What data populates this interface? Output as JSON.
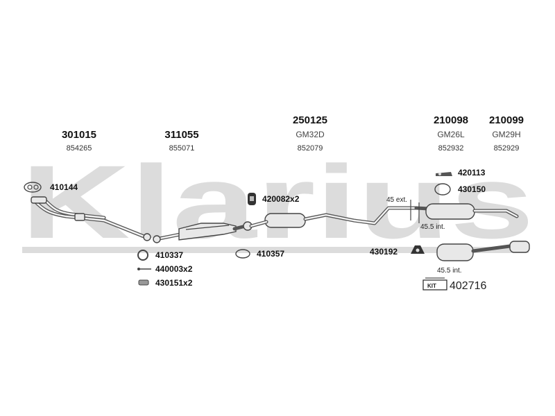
{
  "watermark": {
    "text": "Klarius",
    "color": "#dcdcdc"
  },
  "sections": [
    {
      "part": "301015",
      "code": "854265"
    },
    {
      "part": "311055",
      "code": "855071"
    },
    {
      "part": "250125",
      "code": "GM32D",
      "sub": "852079"
    },
    {
      "part": "210098",
      "code": "GM26L",
      "sub": "852932"
    },
    {
      "part": "210099",
      "code": "GM29H",
      "sub": "852929"
    }
  ],
  "fittings": {
    "f410144": "410144",
    "f410337": "410337",
    "f440003": "440003x2",
    "f430151": "430151x2",
    "f420082": "420082x2",
    "f410357": "410357",
    "f420113": "420113",
    "f430150": "430150",
    "f430192": "430192"
  },
  "notes": {
    "ext45": "45 ext.",
    "int45a": "45.5 int.",
    "int45b": "45.5 int."
  },
  "kit": {
    "label": "KIT",
    "code": "402716"
  },
  "icons": [
    "gasket-icon",
    "clamp-icon",
    "bolt-icon",
    "rubber-mount-icon",
    "hanger-bracket-icon",
    "kit-box-icon"
  ]
}
